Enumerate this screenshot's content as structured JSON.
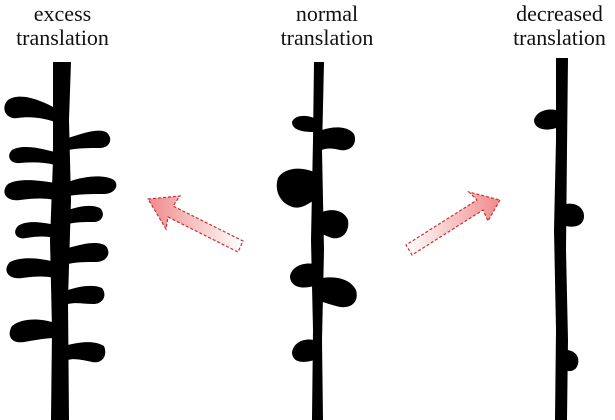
{
  "labels": {
    "excess": [
      "excess",
      "translation"
    ],
    "normal": [
      "normal",
      "translation"
    ],
    "decreased": [
      "decreased",
      "translation"
    ]
  },
  "colors": {
    "dendrite": "#000000",
    "arrow_fill": "#f08a8a",
    "arrow_stroke": "#c83232"
  }
}
